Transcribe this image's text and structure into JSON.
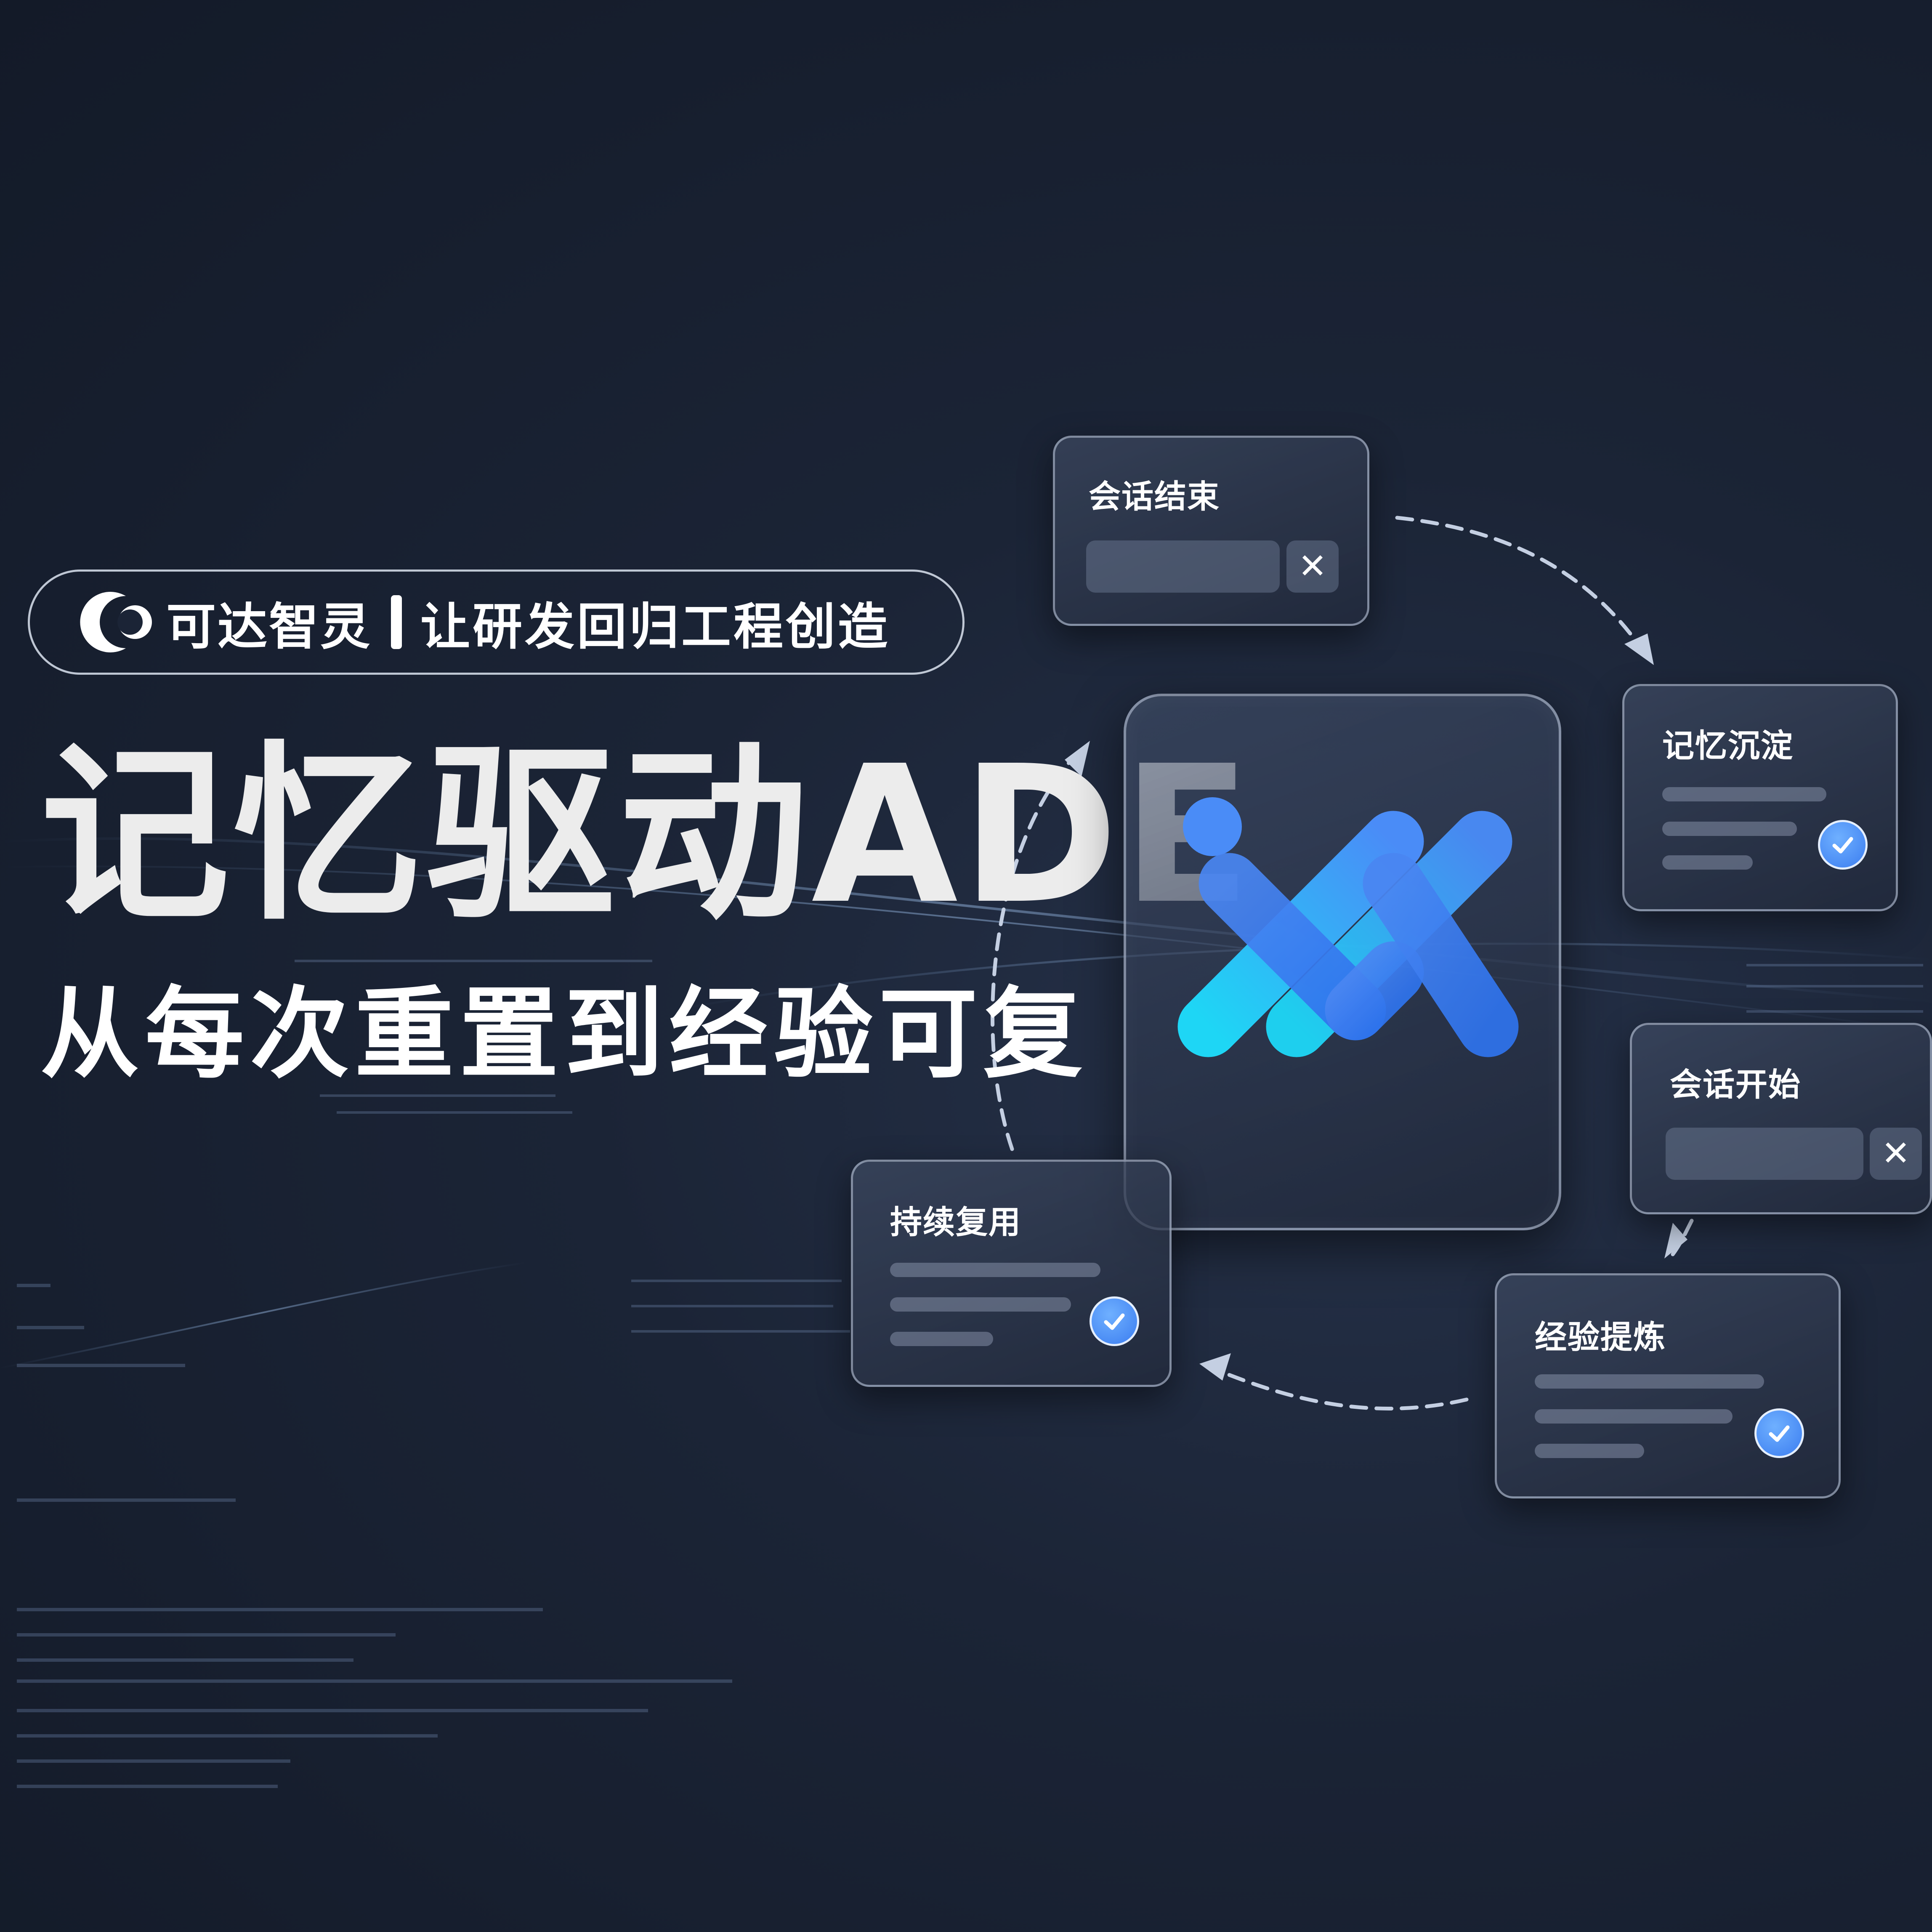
{
  "brand": {
    "name": "可达智灵",
    "slogan": "让研发回归工程创造"
  },
  "headline": {
    "title": "记忆驱动ADE",
    "subtitle": "从每次重置到经验可复"
  },
  "cycle": {
    "session_end": {
      "title": "会话结束",
      "close": "✕"
    },
    "memory_settle": {
      "title": "记忆沉淀"
    },
    "session_start": {
      "title": "会话开始",
      "close": "✕"
    },
    "experience_refine": {
      "title": "经验提炼"
    },
    "continuous_reuse": {
      "title": "持续复用"
    }
  },
  "colors": {
    "background": "#1b2436",
    "accent_blue": "#3b7df0",
    "accent_cyan": "#1ec8f5",
    "text": "#ffffff"
  },
  "icons": [
    "brand-c-logo-icon",
    "ade-logo-icon",
    "close-icon",
    "check-icon",
    "arrow-icon"
  ]
}
